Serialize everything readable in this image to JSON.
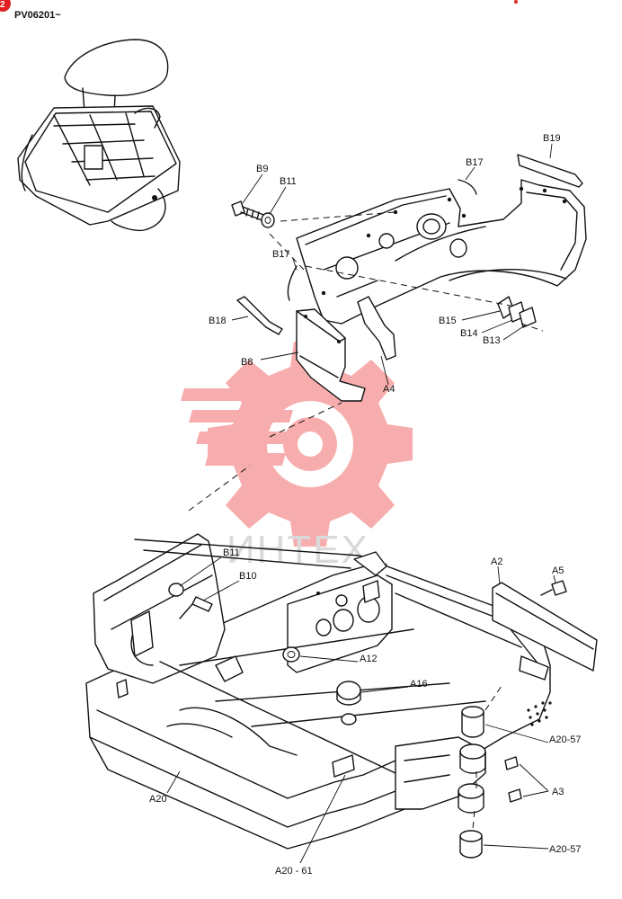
{
  "header": {
    "badge_text": "2",
    "serial_range": "PV06201~"
  },
  "watermark": {
    "text": "ИНТЕХ",
    "color": "#f26b6b"
  },
  "callouts": {
    "B9": "B9",
    "B11_top": "B11",
    "B17_top": "B17",
    "B19": "B19",
    "B17_mid": "B17",
    "B18": "B18",
    "B8": "B8",
    "A4": "A4",
    "B15": "B15",
    "B14": "B14",
    "B13": "B13",
    "B11_bottom": "B11",
    "B10": "B10",
    "A2": "A2",
    "A5": "A5",
    "A12": "A12",
    "A16": "A16",
    "A20_57_upper": "A20-57",
    "A3": "A3",
    "A20": "A20",
    "A20_57_lower": "A20-57",
    "A20_61": "A20 - 61"
  }
}
